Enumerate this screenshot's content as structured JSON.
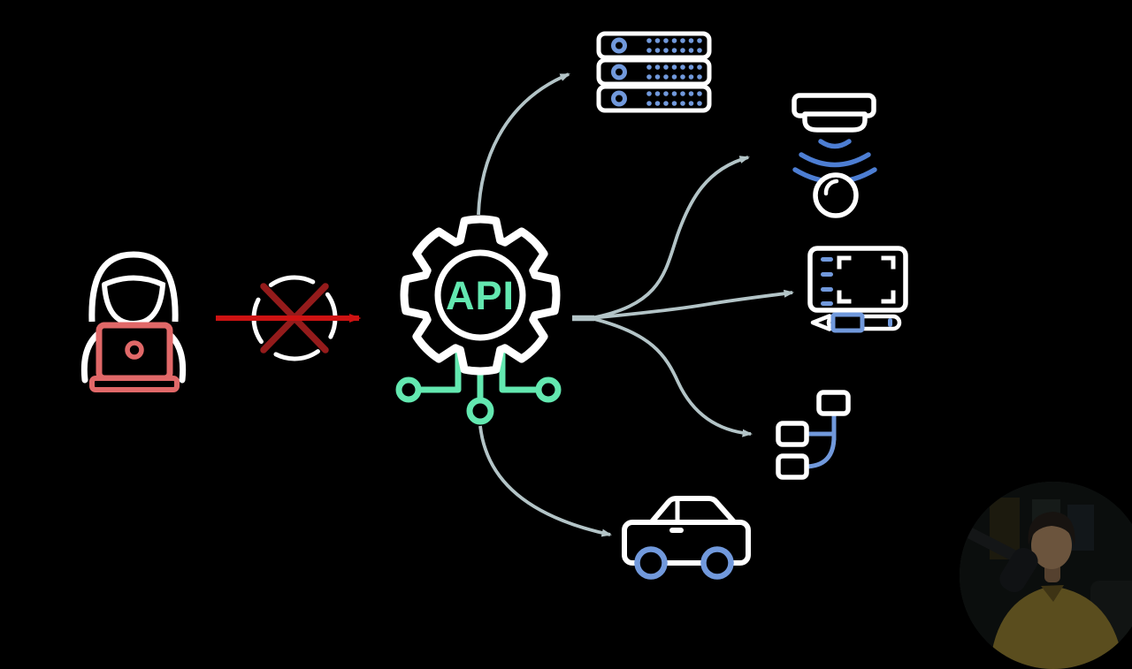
{
  "scene": {
    "background": "#000000",
    "api_gateway": {
      "label": "API"
    },
    "colors": {
      "outline": "#ffffff",
      "mint": "#63e8b0",
      "blue": "#7199dc",
      "blue_deep": "#4d7ed3",
      "red": "#ce1212",
      "red_dark": "#941b1b",
      "salmon": "#e06868",
      "arrow": "#b3c4c7",
      "webcam_bg": "#0b0e0d",
      "webcam_hair": "#171310",
      "webcam_skin": "#6b543d",
      "webcam_shirt": "#5a4d1e"
    },
    "nodes": [
      {
        "id": "hacker",
        "icon": "hacker-laptop-icon"
      },
      {
        "id": "blocked",
        "icon": "blocked-cross-icon"
      },
      {
        "id": "api-gateway",
        "icon": "api-gear-icon",
        "label": "API"
      },
      {
        "id": "server-rack",
        "icon": "server-rack-icon"
      },
      {
        "id": "iot-camera",
        "icon": "iot-camera-icon"
      },
      {
        "id": "graphics-tablet",
        "icon": "graphics-tablet-icon"
      },
      {
        "id": "flowchart",
        "icon": "flowchart-icon"
      },
      {
        "id": "car",
        "icon": "car-icon"
      }
    ],
    "edges": [
      {
        "from": "hacker",
        "to": "api-gateway",
        "type": "blocked"
      },
      {
        "from": "api-gateway",
        "to": "server-rack"
      },
      {
        "from": "api-gateway",
        "to": "iot-camera"
      },
      {
        "from": "api-gateway",
        "to": "graphics-tablet"
      },
      {
        "from": "api-gateway",
        "to": "flowchart"
      },
      {
        "from": "api-gateway",
        "to": "car"
      }
    ]
  },
  "webcam": {
    "shape": "circle",
    "subject": "presenter"
  }
}
